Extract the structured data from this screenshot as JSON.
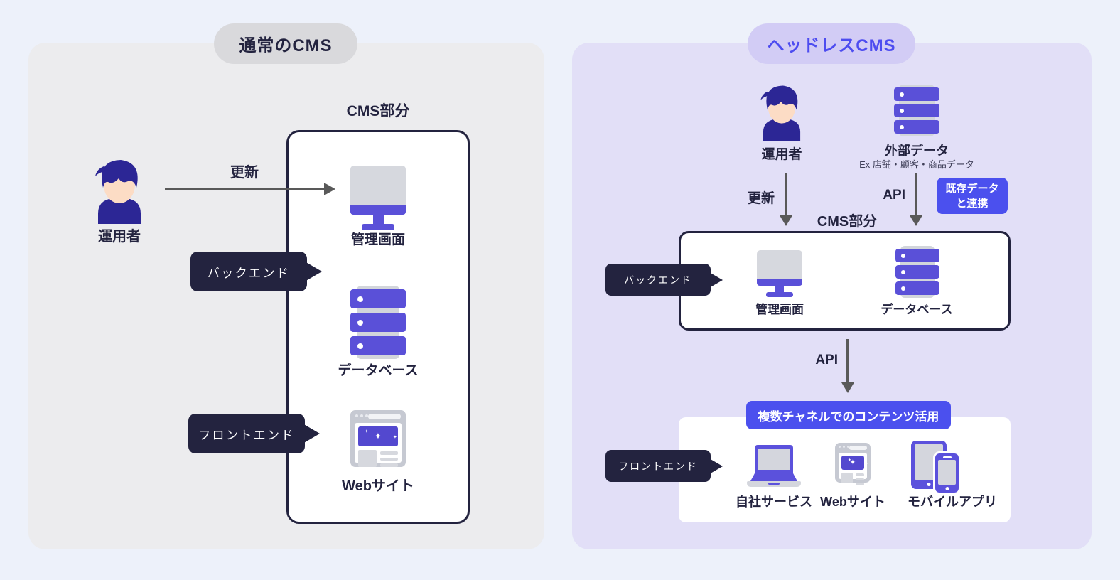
{
  "diagram": {
    "left": {
      "title": "通常のCMS",
      "cms_section": "CMS部分",
      "operator": "運用者",
      "update": "更新",
      "backend": "バックエンド",
      "frontend": "フロントエンド",
      "admin": "管理画面",
      "database": "データベース",
      "website": "Webサイト"
    },
    "right": {
      "title": "ヘッドレスCMS",
      "operator": "運用者",
      "external_data": "外部データ",
      "external_data_example": "Ex 店舗・顧客・商品データ",
      "update": "更新",
      "api_in": "API",
      "existing_data_line1": "既存データ",
      "existing_data_line2": "と連携",
      "cms_section": "CMS部分",
      "backend": "バックエンド",
      "admin": "管理画面",
      "database": "データベース",
      "api_out": "API",
      "channels": "複数チャネルでのコンテンツ活用",
      "frontend": "フロントエンド",
      "own_service": "自社サービス",
      "website": "Webサイト",
      "mobile_app": "モバイルアプリ"
    },
    "colors": {
      "page_bg": "#edf1fa",
      "left_panel_bg": "#ececee",
      "left_pill_bg": "#d9d9dc",
      "right_panel_bg": "#e2dff7",
      "right_pill_bg": "#d2ccf5",
      "right_pill_text": "#4d4cf0",
      "accent_blue": "#4b50ee",
      "indigo_icon": "#5a50d8",
      "navy": "#23233f",
      "gray_icon": "#d5d7dd",
      "arrow_gray": "#595959"
    }
  }
}
